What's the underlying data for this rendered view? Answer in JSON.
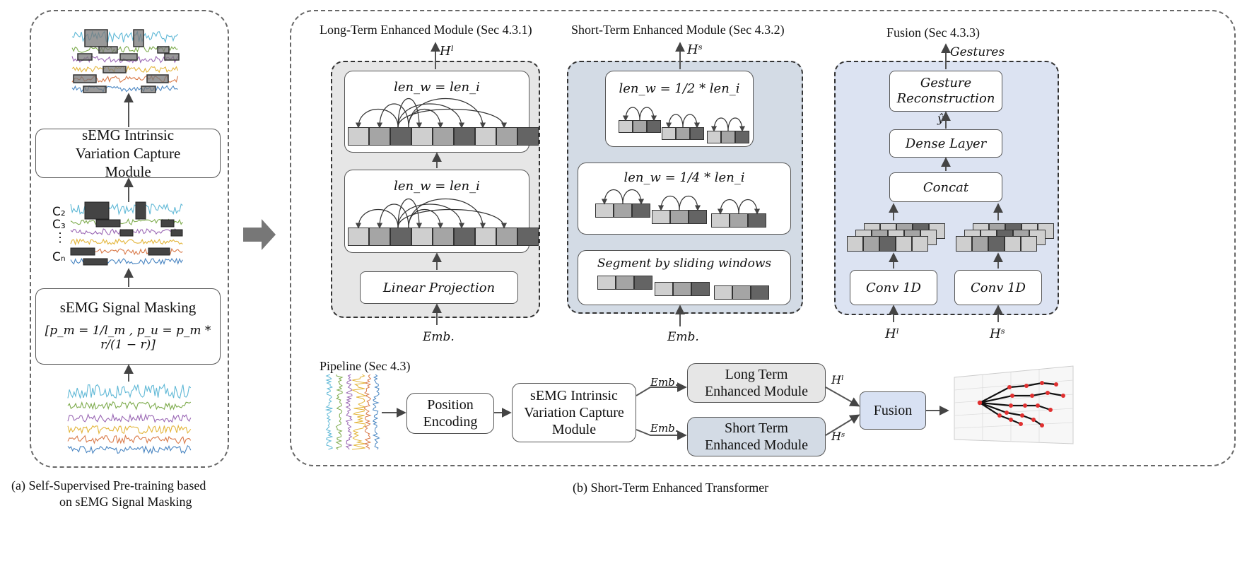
{
  "panel_a": {
    "top_module": "sEMG Intrinsic Variation Capture Module",
    "masking_title": "sEMG Signal Masking",
    "formula_text": "[p_m = 1/l_m , p_u = p_m * r/(1 − r)]",
    "channels": [
      "C₂",
      "C₃",
      "⋮",
      "Cₙ"
    ],
    "caption_line1": "(a)  Self-Supervised Pre-training based",
    "caption_line2": "on sEMG Signal Masking"
  },
  "long_term": {
    "title": "Long-Term Enhanced Module (Sec 4.3.1)",
    "output": "Hˡ",
    "window_label": "len_w = len_i",
    "projection": "Linear Projection",
    "input": "Emb."
  },
  "short_term": {
    "title": "Short-Term Enhanced Module (Sec 4.3.2)",
    "output": "Hˢ",
    "window_half": "len_w = 1/2 * len_i",
    "window_quarter": "len_w = 1/4 * len_i",
    "segment": "Segment by sliding windows",
    "input": "Emb."
  },
  "fusion": {
    "title": "Fusion (Sec 4.3.3)",
    "output": "Gestures",
    "reconstruction": "Gesture Reconstruction",
    "y_hat": "ŷ",
    "dense": "Dense Layer",
    "concat": "Concat",
    "conv_left": "Conv 1D",
    "conv_right": "Conv 1D",
    "input_left": "Hˡ",
    "input_right": "Hˢ"
  },
  "pipeline": {
    "title": "Pipeline (Sec 4.3)",
    "position_encoding": "Position Encoding",
    "capture_module": "sEMG Intrinsic Variation Capture Module",
    "long_term_module": "Long Term Enhanced Module",
    "short_term_module": "Short Term Enhanced Module",
    "fusion": "Fusion",
    "emb_upper": "Emb.",
    "emb_lower": "Emb.",
    "h_l": "Hˡ",
    "h_s": "Hˢ"
  },
  "caption_b": "(b) Short-Term Enhanced Transformer",
  "colors": {
    "long_module_fill": "#e6e6e6",
    "short_module_fill": "#d3dbe5",
    "fusion_module_fill": "#dce3f2",
    "fusion_box_fill": "#d8e1f3",
    "cell_light": "#cfcfcf",
    "cell_mid": "#a5a5a5",
    "cell_dark": "#646464",
    "signal_colors": [
      "#5fb8d6",
      "#7dab4c",
      "#9a67b4",
      "#e3b53a",
      "#d97a4a",
      "#4a86c2"
    ]
  }
}
